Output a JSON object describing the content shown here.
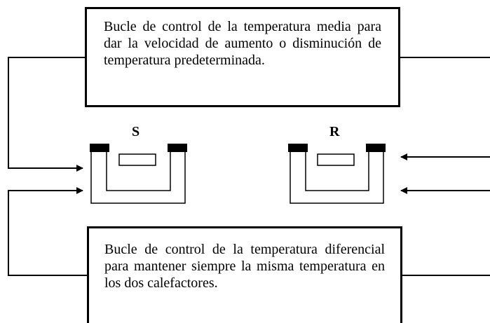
{
  "top_box": {
    "text": "Bucle de control de la temperatura media para dar la velocidad de aumento o disminución de temperatura predeterminada."
  },
  "bottom_box": {
    "text": "Bucle de control de la temperatura diferencial para mantener siempre la misma temperatura en los dos calefactores."
  },
  "sample_label": "S",
  "reference_label": "R"
}
